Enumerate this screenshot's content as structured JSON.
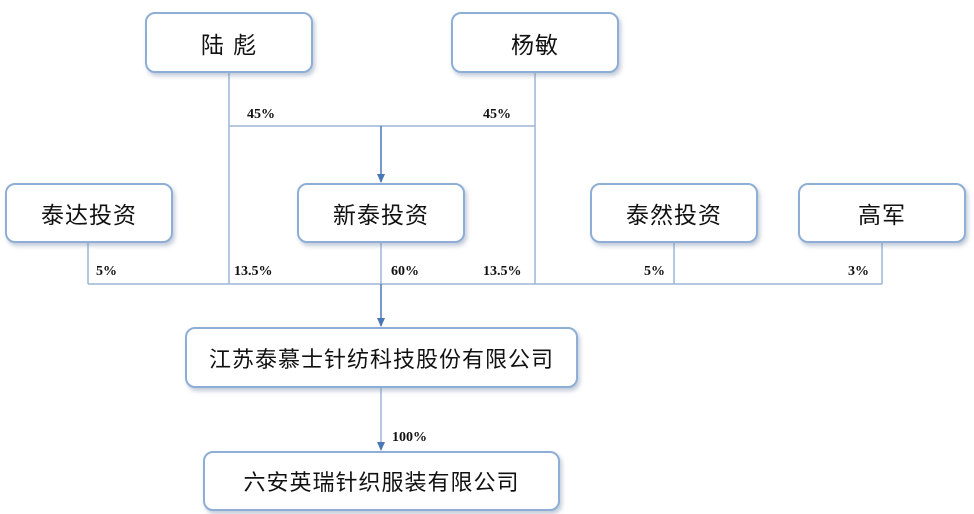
{
  "nodes": {
    "lu_biao": "陆 彪",
    "yang_min": "杨敏",
    "taida": "泰达投资",
    "xintai": "新泰投资",
    "tairan": "泰然投资",
    "gao_jun": "高军",
    "jiangsu_taimushi": "江苏泰慕士针纺科技股份有限公司",
    "luan_yingrui": "六安英瑞针织服装有限公司"
  },
  "edges": {
    "lu_biao_to_xintai": "45%",
    "yang_min_to_xintai": "45%",
    "taida_to_jiangsu": "5%",
    "lu_biao_to_jiangsu": "13.5%",
    "xintai_to_jiangsu": "60%",
    "yang_min_to_jiangsu": "13.5%",
    "tairan_to_jiangsu": "5%",
    "gao_jun_to_jiangsu": "3%",
    "jiangsu_to_luan": "100%"
  },
  "colors": {
    "box_border": "#8eaed6",
    "line": "#9db6d6",
    "arrow": "#4a78b5"
  }
}
